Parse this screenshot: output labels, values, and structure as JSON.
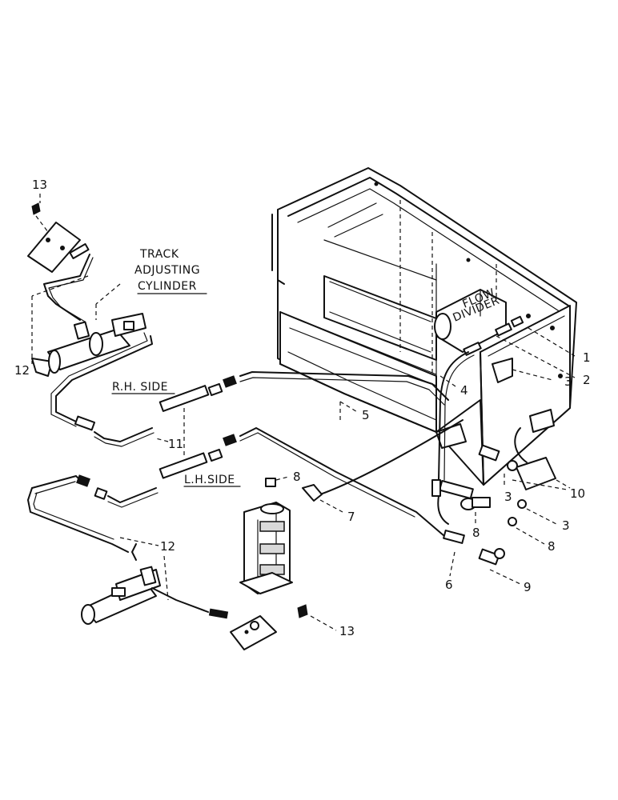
{
  "labels": {
    "track_line1": "TRACK",
    "track_line2": "ADJUSTING",
    "track_line3": "CYLINDER",
    "rh_side": "R.H. SIDE",
    "lh_side": "L.H.SIDE",
    "flow_line1": "FLOW",
    "flow_line2": "DIVIDER"
  },
  "callouts": {
    "c1": "1",
    "c2": "2",
    "c3_upper": "3",
    "c3_mid": "3",
    "c3_right": "3",
    "c4": "4",
    "c5": "5",
    "c6": "6",
    "c7": "7",
    "c8_top": "8",
    "c8_mid": "8",
    "c8_right": "8",
    "c9": "9",
    "c10": "10",
    "c11": "11",
    "c12_upper": "12",
    "c12_lower": "12",
    "c13_upper": "13",
    "c13_lower": "13"
  }
}
